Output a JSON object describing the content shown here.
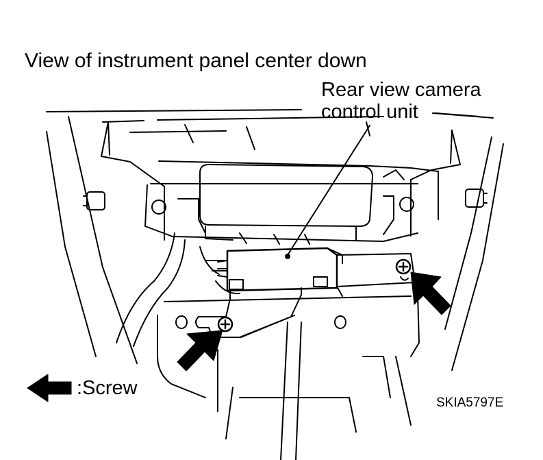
{
  "diagram": {
    "title": "View of instrument panel center down",
    "callout": {
      "line1": "Rear view camera",
      "line2": "control unit"
    },
    "legend": {
      "icon": "arrow-left-icon",
      "text": ":Screw"
    },
    "figure_code": "SKIA5797E"
  },
  "colors": {
    "ink": "#000000",
    "paper": "#ffffff"
  }
}
